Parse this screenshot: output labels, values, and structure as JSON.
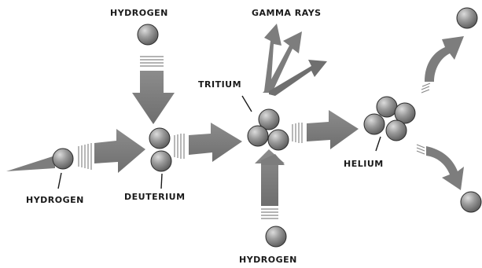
{
  "labels": {
    "hydrogen_top": "HYDROGEN",
    "hydrogen_left": "HYDROGEN",
    "hydrogen_bottom": "HYDROGEN",
    "deuterium": "DEUTERIUM",
    "tritium": "TRITIUM",
    "gamma_rays": "GAMMA RAYS",
    "helium": "HELIUM"
  },
  "colors": {
    "arrow": "#7d7d7d",
    "particle": "#8a8a8a",
    "particle_highlight": "#d6d6d6",
    "particle_outline": "#2b2b2b",
    "text": "#1a1a1a"
  }
}
